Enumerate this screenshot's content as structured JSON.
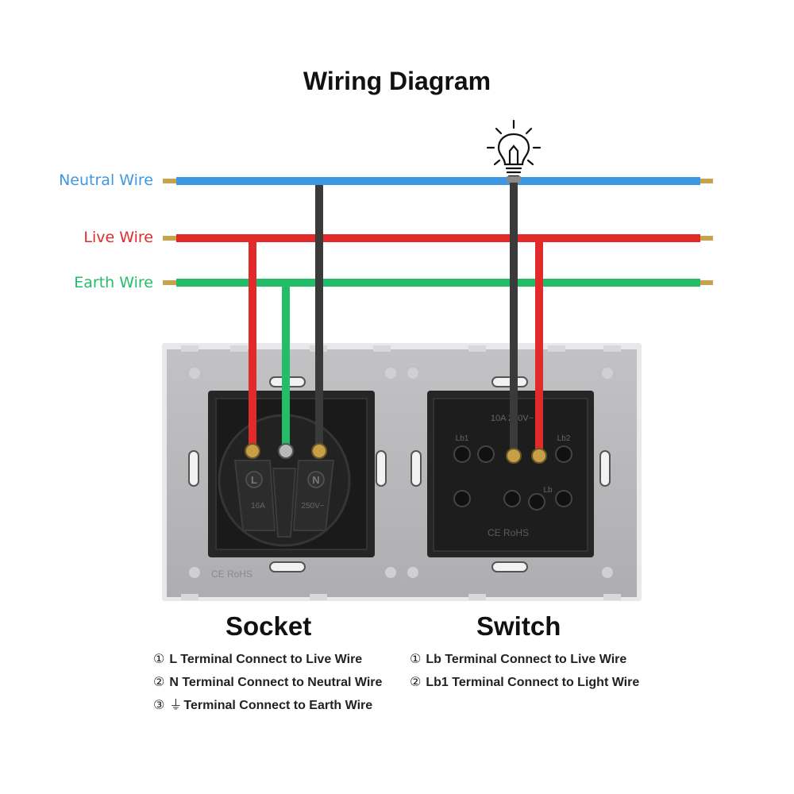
{
  "title": "Wiring Diagram",
  "wires": [
    {
      "label": "Neutral Wire",
      "color": "#3d97e3"
    },
    {
      "label": "Live Wire",
      "color": "#e12b2b"
    },
    {
      "label": "Earth Wire",
      "color": "#24bd67"
    }
  ],
  "connector_color": "#3a3a3a",
  "panel": {
    "plate_color": "#b7b7b9",
    "module_color": "#1c1c1c",
    "marks": "CE RoHS"
  },
  "socket": {
    "title": "Socket",
    "terminal_labels": [
      "L",
      "N"
    ],
    "rating": [
      "16A",
      "250V~"
    ],
    "notes": [
      {
        "num": "①",
        "text": "L Terminal Connect to Live Wire"
      },
      {
        "num": "②",
        "text": "N Terminal Connect to Neutral Wire"
      },
      {
        "num": "③",
        "symbol": "⏚",
        "text": "Terminal Connect to Earth Wire"
      }
    ]
  },
  "switch": {
    "title": "Switch",
    "rating": "10A 250V~",
    "terminal_labels": [
      "Lb1",
      "Lb",
      "Lb2"
    ],
    "marks": "CE RoHS",
    "notes": [
      {
        "num": "①",
        "text": "Lb Terminal Connect to Live Wire"
      },
      {
        "num": "②",
        "text": "Lb1 Terminal Connect to Light Wire"
      }
    ]
  },
  "lamp_icon": "light-bulb-icon"
}
